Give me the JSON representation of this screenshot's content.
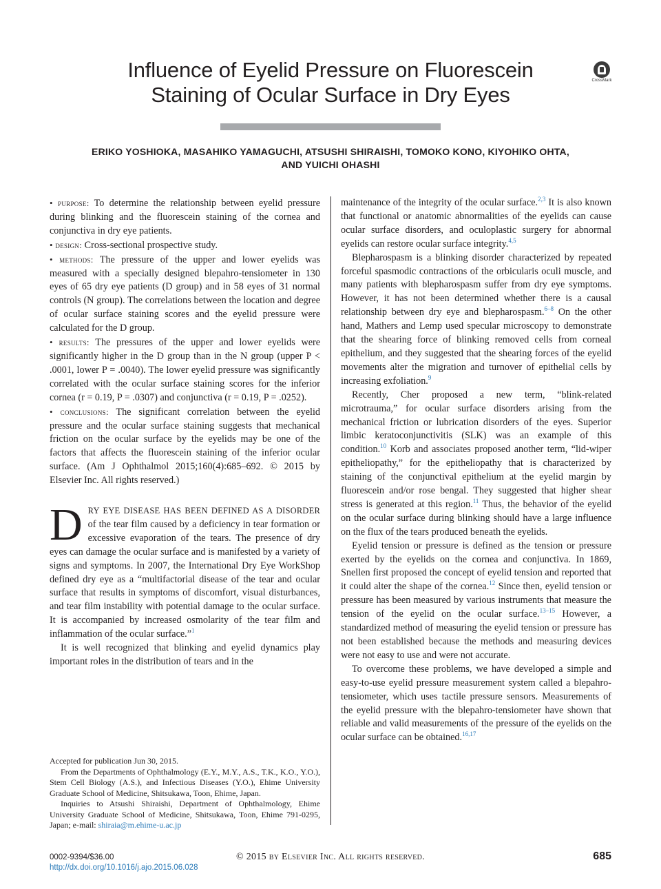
{
  "article": {
    "title_line1": "Influence of Eyelid Pressure on Fluorescein",
    "title_line2": "Staining of Ocular Surface in Dry Eyes",
    "crossmark_label": "CrossMark",
    "authors_line1": "ERIKO YOSHIOKA, MASAHIKO YAMAGUCHI, ATSUSHI SHIRAISHI, TOMOKO KONO, KIYOHIKO OHTA,",
    "authors_line2": "AND YUICHI OHASHI"
  },
  "abstract": {
    "purpose_label": "• purpose:",
    "purpose_text": "To determine the relationship between eyelid pressure during blinking and the fluorescein staining of the cornea and conjunctiva in dry eye patients.",
    "design_label": "• design:",
    "design_text": "Cross-sectional prospective study.",
    "methods_label": "• methods:",
    "methods_text": "The pressure of the upper and lower eyelids was measured with a specially designed blepahro-tensiometer in 130 eyes of 65 dry eye patients (D group) and in 58 eyes of 31 normal controls (N group). The correlations between the location and degree of ocular surface staining scores and the eyelid pressure were calculated for the D group.",
    "results_label": "• results:",
    "results_text": "The pressures of the upper and lower eyelids were significantly higher in the D group than in the N group (upper P < .0001, lower P = .0040). The lower eyelid pressure was significantly correlated with the ocular surface staining scores for the inferior cornea (r = 0.19, P = .0307) and conjunctiva (r = 0.19, P = .0252).",
    "conclusions_label": "• conclusions:",
    "conclusions_text": "The significant correlation between the eyelid pressure and the ocular surface staining suggests that mechanical friction on the ocular surface by the eyelids may be one of the factors that affects the fluorescein staining of the inferior ocular surface.",
    "citation_text": "(Am J Ophthalmol 2015;160(4):685–692. © 2015 by Elsevier Inc. All rights reserved.)"
  },
  "intro": {
    "dropcap": "D",
    "p1_caps": "RY EYE DISEASE HAS BEEN DEFINED AS A DISORDER",
    "p1_text": "of the tear film caused by a deficiency in tear formation or excessive evaporation of the tears. The presence of dry eyes can damage the ocular surface and is manifested by a variety of signs and symptoms. In 2007, the International Dry Eye WorkShop defined dry eye as a “multifactorial disease of the tear and ocular surface that results in symptoms of discomfort, visual disturbances, and tear film instability with potential damage to the ocular surface. It is accompanied by increased osmolarity of the tear film and inflammation of the ocular surface.”",
    "p1_ref": "1",
    "p2_text": "It is well recognized that blinking and eyelid dynamics play important roles in the distribution of tears and in the"
  },
  "right_column": {
    "p1_a": "maintenance of the integrity of the ocular surface.",
    "p1_ref1": "2,3",
    "p1_b": " It is also known that functional or anatomic abnormalities of the eyelids can cause ocular surface disorders, and oculoplastic surgery for abnormal eyelids can restore ocular surface integrity.",
    "p1_ref2": "4,5",
    "p2_a": "Blepharospasm is a blinking disorder characterized by repeated forceful spasmodic contractions of the orbicularis oculi muscle, and many patients with blepharospasm suffer from dry eye symptoms. However, it has not been determined whether there is a causal relationship between dry eye and blepharospasm.",
    "p2_ref1": "6–8",
    "p2_b": " On the other hand, Mathers and Lemp used specular microscopy to demonstrate that the shearing force of blinking removed cells from corneal epithelium, and they suggested that the shearing forces of the eyelid movements alter the migration and turnover of epithelial cells by increasing exfoliation.",
    "p2_ref2": "9",
    "p3_a": "Recently, Cher proposed a new term, “blink-related microtrauma,” for ocular surface disorders arising from the mechanical friction or lubrication disorders of the eyes. Superior limbic keratoconjunctivitis (SLK) was an example of this condition.",
    "p3_ref1": "10",
    "p3_b": " Korb and associates proposed another term, “lid-wiper epitheliopathy,” for the epitheliopathy that is characterized by staining of the conjunctival epithelium at the eyelid margin by fluorescein and/or rose bengal. They suggested that higher shear stress is generated at this region.",
    "p3_ref2": "11",
    "p3_c": " Thus, the behavior of the eyelid on the ocular surface during blinking should have a large influence on the flux of the tears produced beneath the eyelids.",
    "p4_a": "Eyelid tension or pressure is defined as the tension or pressure exerted by the eyelids on the cornea and conjunctiva. In 1869, Snellen first proposed the concept of eyelid tension and reported that it could alter the shape of the cornea.",
    "p4_ref1": "12",
    "p4_b": " Since then, eyelid tension or pressure has been measured by various instruments that measure the tension of the eyelid on the ocular surface.",
    "p4_ref2": "13–15",
    "p4_c": " However, a standardized method of measuring the eyelid tension or pressure has not been established because the methods and measuring devices were not easy to use and were not accurate.",
    "p5_a": "To overcome these problems, we have developed a simple and easy-to-use eyelid pressure measurement system called a blepahro-tensiometer, which uses tactile pressure sensors. Measurements of the eyelid pressure with the blepahro-tensiometer have shown that reliable and valid measurements of the pressure of the eyelids on the ocular surface can be obtained.",
    "p5_ref": "16,17"
  },
  "notes": {
    "accepted": "Accepted for publication Jun 30, 2015.",
    "from": "From the Departments of Ophthalmology (E.Y., M.Y., A.S., T.K., K.O., Y.O.), Stem Cell Biology (A.S.), and Infectious Diseases (Y.O.), Ehime University Graduate School of Medicine, Shitsukawa, Toon, Ehime, Japan.",
    "inquiries": "Inquiries to Atsushi Shiraishi, Department of Ophthalmology, Ehime University Graduate School of Medicine, Shitsukawa, Toon, Ehime 791-0295, Japan; e-mail: ",
    "email": "shiraia@m.ehime-u.ac.jp"
  },
  "footer": {
    "issn": "0002-9394/$36.00",
    "doi": "http://dx.doi.org/10.1016/j.ajo.2015.06.028",
    "copyright": "© 2015 by Elsevier Inc. All rights reserved.",
    "page": "685"
  }
}
